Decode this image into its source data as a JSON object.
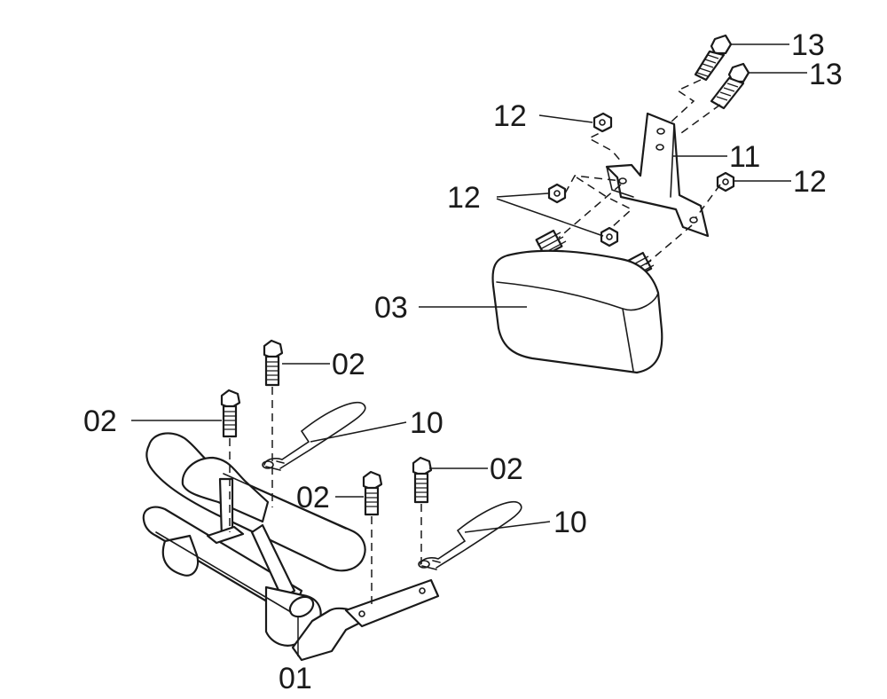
{
  "labels": {
    "p01": "01",
    "p02": "02",
    "p03": "03",
    "p10": "10",
    "p11": "11",
    "p12": "12",
    "p13": "13"
  }
}
